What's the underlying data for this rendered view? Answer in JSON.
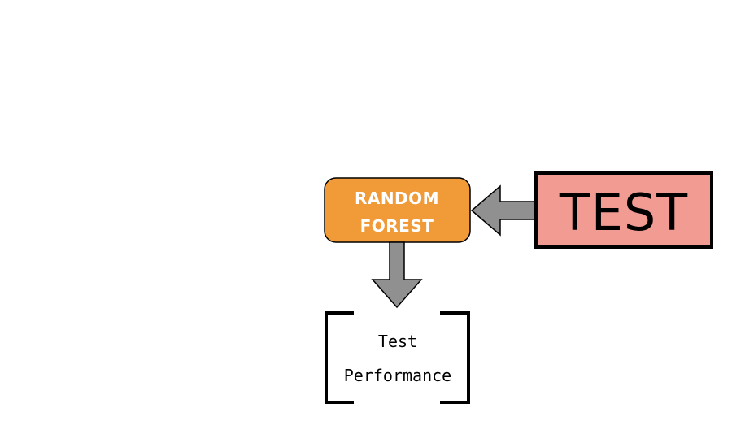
{
  "diagram": {
    "model_box": {
      "line1": "RANDOM",
      "line2": "FOREST",
      "fill_color": "#F09A38"
    },
    "test_box": {
      "label": "TEST",
      "fill_color": "#F29B93"
    },
    "output": {
      "line1": "Test",
      "line2": "Performance"
    },
    "arrow_color": "#909090"
  }
}
